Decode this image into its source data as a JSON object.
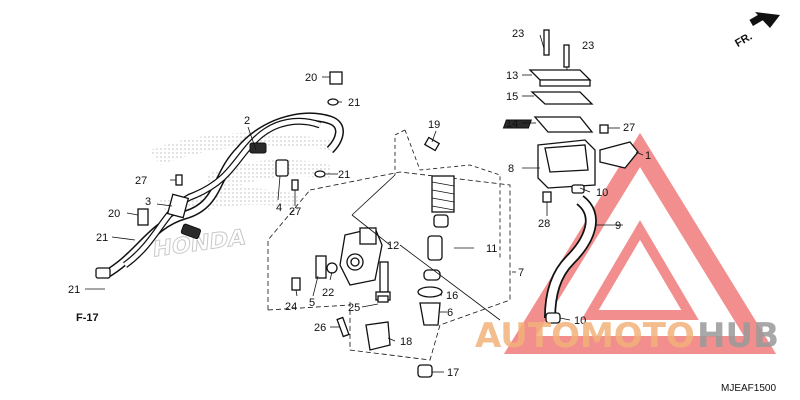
{
  "watermark": {
    "text_orange": "AUTOMOTO",
    "text_gray": "HUB",
    "color_orange": "#f2b27a",
    "color_gray": "#9a9a9a",
    "triangle_color": "#ef6f6f"
  },
  "background_brand": "HONDA",
  "direction": "FR.",
  "reference": "F-17",
  "diagram_code": "MJEAF1500",
  "callouts": [
    "1",
    "2",
    "3",
    "4",
    "5",
    "6",
    "7",
    "8",
    "9",
    "10",
    "10",
    "11",
    "12",
    "13",
    "14",
    "15",
    "16",
    "17",
    "18",
    "19",
    "20",
    "20",
    "21",
    "21",
    "21",
    "21",
    "22",
    "23",
    "23",
    "24",
    "25",
    "26",
    "27",
    "27",
    "27",
    "28"
  ]
}
